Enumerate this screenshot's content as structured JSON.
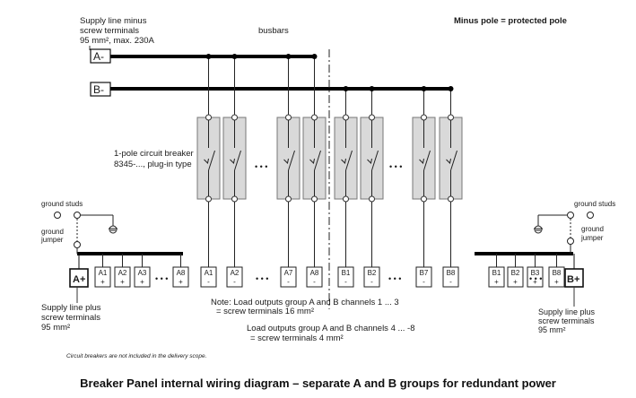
{
  "labels": {
    "supply_minus": [
      "Supply line minus",
      "screw terminals",
      "95 mm², max. 230A"
    ],
    "busbars": "busbars",
    "minus_pole": "Minus pole = protected pole",
    "bus_a": "A-",
    "bus_b": "B-",
    "breaker": [
      "1-pole circuit breaker",
      "8345-..., plug-in type"
    ],
    "ground_studs_left": "ground studs",
    "ground_jumper_left": [
      "ground",
      "jumper"
    ],
    "ground_studs_right": "ground studs",
    "ground_jumper_right": [
      "ground",
      "jumper"
    ],
    "supply_plus_left": [
      "Supply line plus",
      "screw terminals",
      "95 mm²"
    ],
    "supply_plus_right": [
      "Supply line plus",
      "screw terminals",
      "95 mm²"
    ],
    "note1": [
      "Note: Load outputs group A and B channels 1 ... 3",
      "= screw terminals 16 mm²"
    ],
    "note2": [
      "Load outputs group A and B channels 4 ... -8",
      "= screw terminals 4 mm²"
    ],
    "disclaimer": "Circuit breakers are not included in the delivery scope.",
    "ellipsis": "• • •"
  },
  "big_terminals": {
    "a_plus": "A+",
    "b_plus": "B+"
  },
  "terminals_plus_a": [
    {
      "label": "A1",
      "sign": "+"
    },
    {
      "label": "A2",
      "sign": "+"
    },
    {
      "label": "A3",
      "sign": "+"
    },
    {
      "label": "A8",
      "sign": "+"
    }
  ],
  "terminals_minus": [
    {
      "label": "A1",
      "sign": "-"
    },
    {
      "label": "A2",
      "sign": "-"
    },
    {
      "label": "A7",
      "sign": "-"
    },
    {
      "label": "A8",
      "sign": "-"
    },
    {
      "label": "B1",
      "sign": "-"
    },
    {
      "label": "B2",
      "sign": "-"
    },
    {
      "label": "B7",
      "sign": "-"
    },
    {
      "label": "B8",
      "sign": "-"
    }
  ],
  "terminals_plus_b": [
    {
      "label": "B1",
      "sign": "+"
    },
    {
      "label": "B2",
      "sign": "+"
    },
    {
      "label": "B3",
      "sign": "+"
    },
    {
      "label": "B8",
      "sign": "+"
    }
  ],
  "caption": "Breaker Panel internal wiring diagram – separate A and B groups for redundant power"
}
